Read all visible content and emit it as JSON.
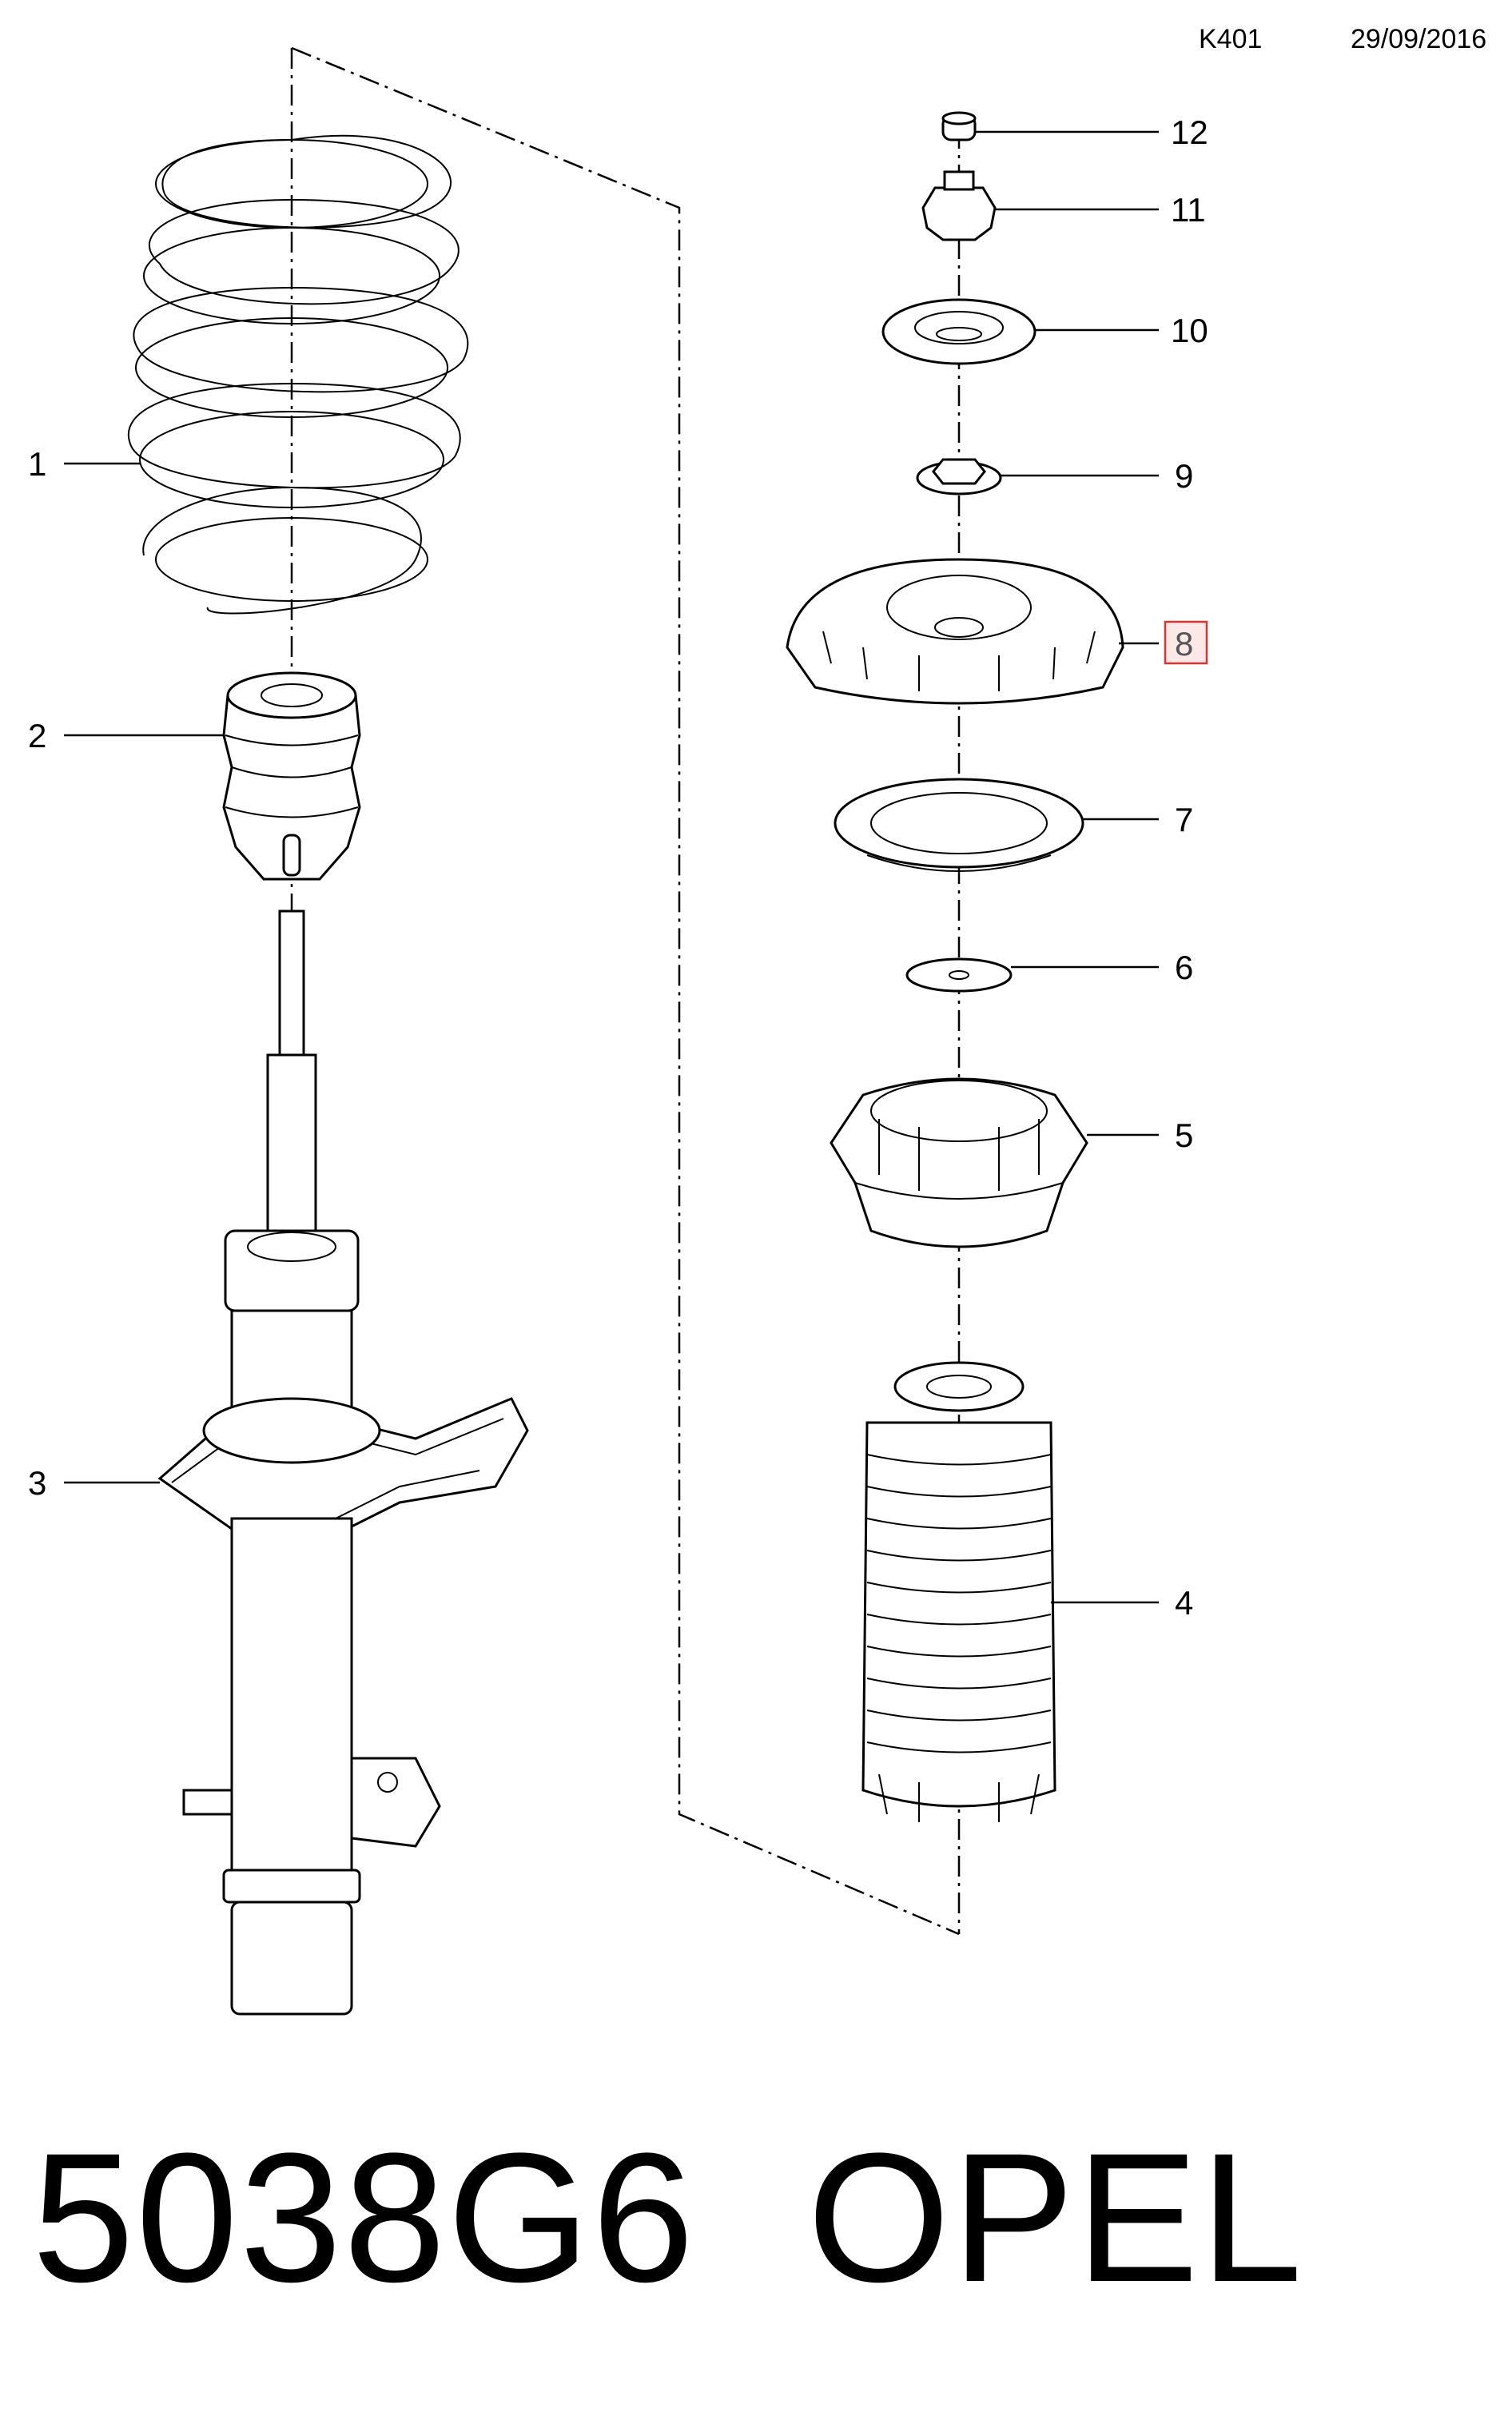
{
  "header": {
    "code": "K401",
    "date": "29/09/2016"
  },
  "callouts": [
    "1",
    "2",
    "3",
    "4",
    "5",
    "6",
    "7",
    "8",
    "9",
    "10",
    "11",
    "12"
  ],
  "highlighted_callout": "8",
  "colors": {
    "highlight_border": "#d33333",
    "highlight_fill": "#fde8e8"
  },
  "footer": {
    "part_number": "5038G6",
    "brand": "OPEL"
  }
}
